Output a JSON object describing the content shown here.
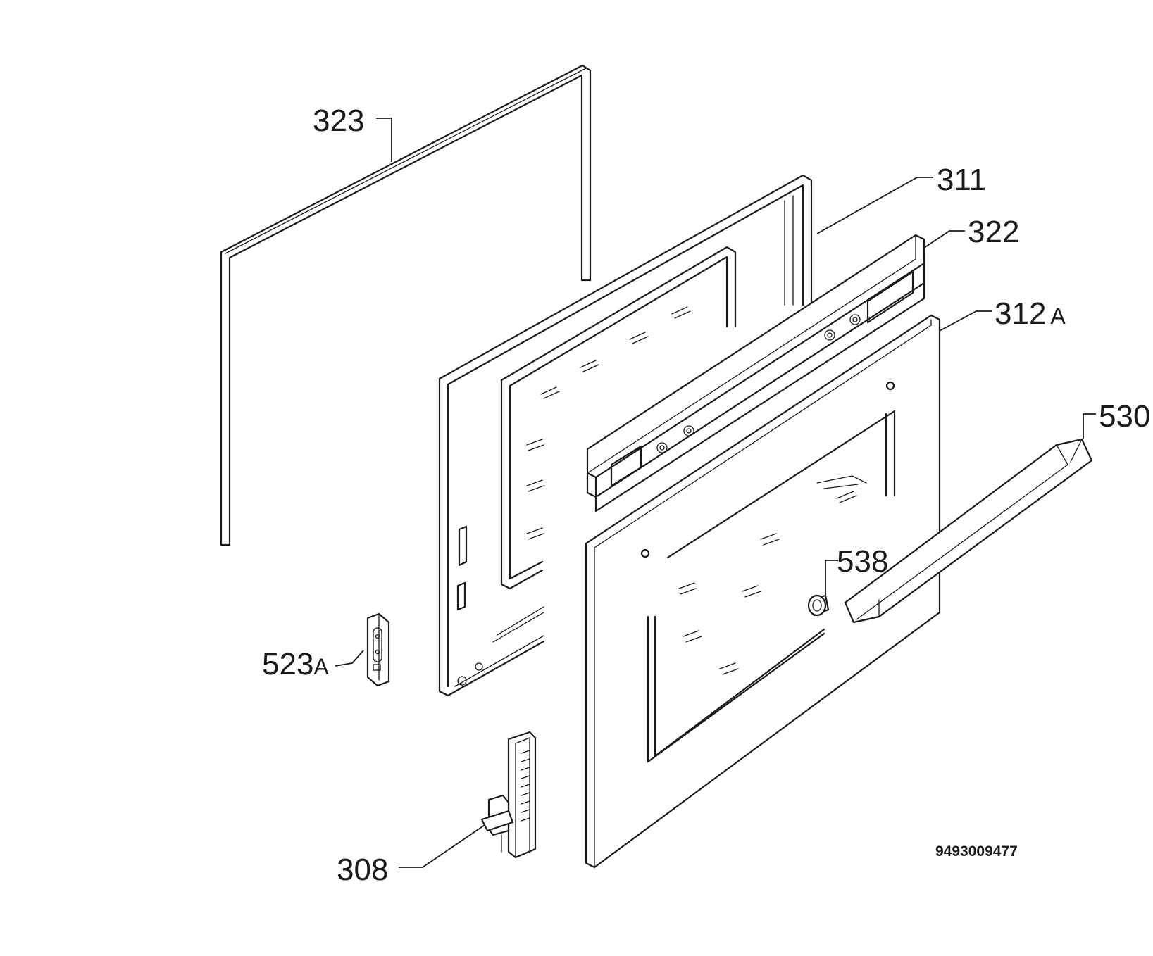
{
  "parts": [
    {
      "id": "323",
      "main": "323",
      "suffix": ""
    },
    {
      "id": "311",
      "main": "311",
      "suffix": ""
    },
    {
      "id": "322",
      "main": "322",
      "suffix": ""
    },
    {
      "id": "312A",
      "main": "312",
      "suffix": "A"
    },
    {
      "id": "530",
      "main": "530",
      "suffix": ""
    },
    {
      "id": "538",
      "main": "538",
      "suffix": ""
    },
    {
      "id": "523A",
      "main": "523",
      "suffix": "A"
    },
    {
      "id": "308",
      "main": "308",
      "suffix": ""
    }
  ],
  "document_number": "9493009477"
}
